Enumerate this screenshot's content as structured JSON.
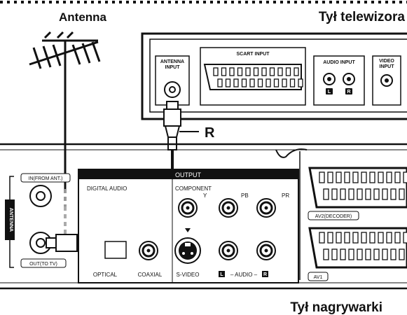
{
  "labels": {
    "antenna": "Antenna",
    "tv_back": "Tył telewizora",
    "recorder_back": "Tył nagrywarki",
    "cable_marker": "R"
  },
  "tv_panel": {
    "antenna_input": [
      "ANTENNA",
      "INPUT"
    ],
    "scart_input": "SCART INPUT",
    "audio_input": "AUDIO INPUT",
    "audio_left_badge": "L",
    "audio_right_badge": "R",
    "video_input": [
      "VIDEO",
      "INPUT"
    ]
  },
  "recorder_panel": {
    "antenna_group": "ANTENNA",
    "in_from_ant": "IN(FROM ANT.)",
    "out_to_tv": "OUT(TO TV)",
    "output_header": "OUTPUT",
    "digital_audio": "DIGITAL AUDIO",
    "optical": "OPTICAL",
    "coaxial": "COAXIAL",
    "component": "COMPONENT",
    "comp_y": "Y",
    "comp_pb": "PB",
    "comp_pr": "PR",
    "svideo": "S-VIDEO",
    "audio_row": {
      "l_badge": "L",
      "middle": "– AUDIO –",
      "r_badge": "R"
    },
    "av2": "AV2(DECODER)",
    "av1": "AV1"
  }
}
